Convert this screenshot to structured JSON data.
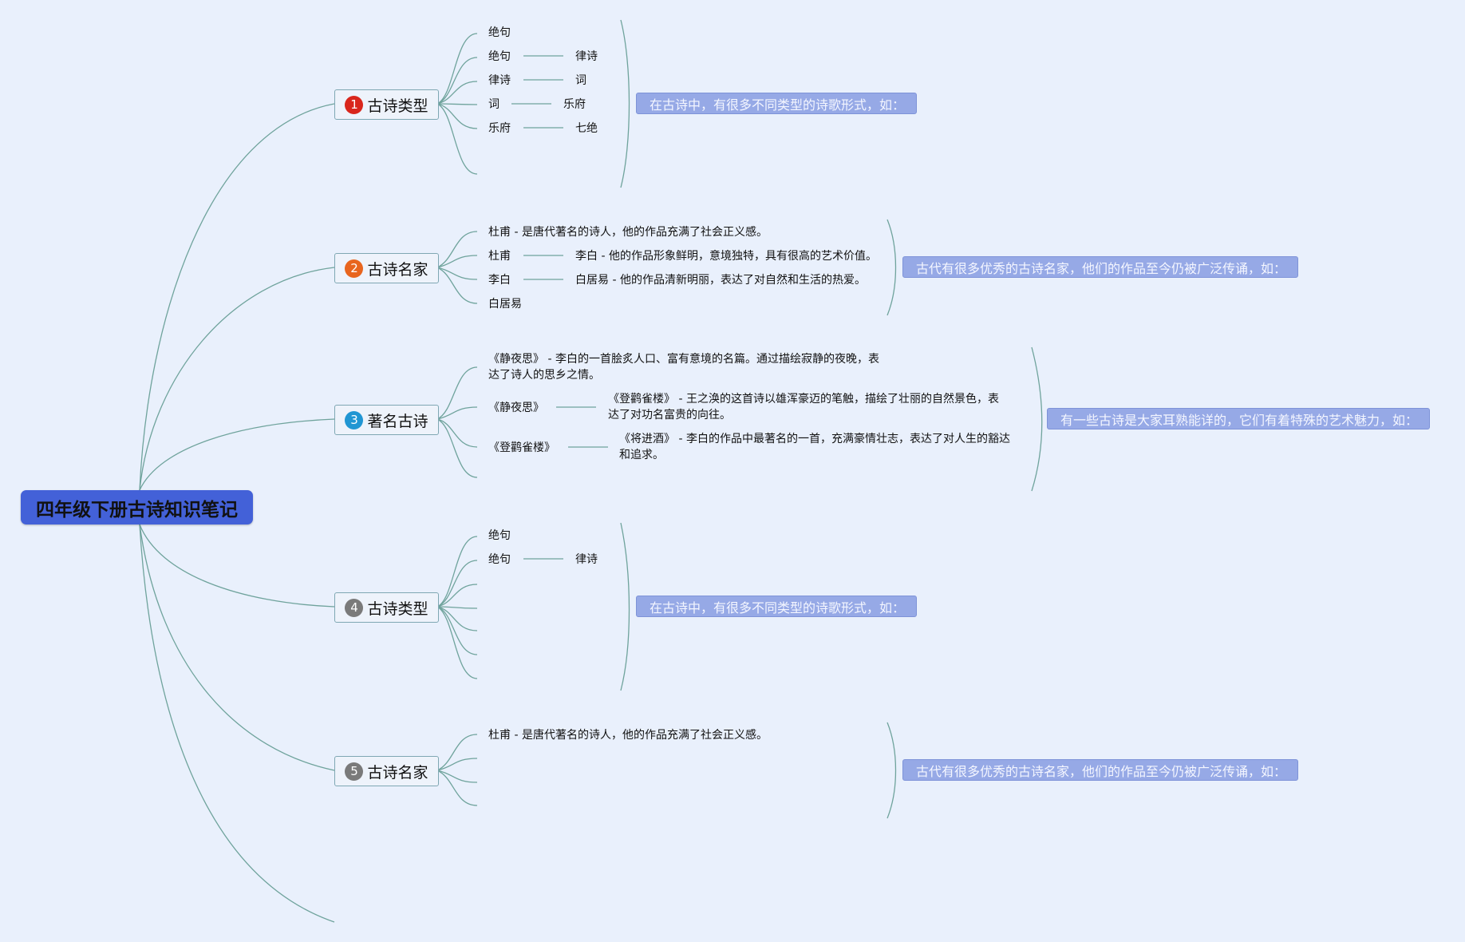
{
  "root": {
    "title": "四年级下册古诗知识笔记"
  },
  "colors": {
    "background": "#e9f0fc",
    "root_fill": "#4361d8",
    "line": "#6fa39c",
    "summary_fill": "#96a9e6",
    "badge_1": "#d9261c",
    "badge_2": "#e8651e",
    "badge_3": "#2196d3",
    "badge_4": "#7a7a7a",
    "badge_5": "#7a7a7a"
  },
  "branches": [
    {
      "number": "1",
      "label": "古诗类型",
      "summary": "在古诗中，有很多不同类型的诗歌形式，如：",
      "children": [
        "绝句",
        "绝句",
        "律诗",
        "词",
        "乐府",
        ""
      ],
      "subs": [
        "律诗",
        "词",
        "乐府",
        "七绝"
      ]
    },
    {
      "number": "2",
      "label": "古诗名家",
      "summary": "古代有很多优秀的古诗名家，他们的作品至今仍被广泛传诵，如：",
      "children": [
        "杜甫 - 是唐代著名的诗人，他的作品充满了社会正义感。",
        "杜甫",
        "李白",
        "白居易"
      ],
      "subs": [
        "李白 - 他的作品形象鲜明，意境独特，具有很高的艺术价值。",
        "白居易 - 他的作品清新明丽，表达了对自然和生活的热爱。"
      ]
    },
    {
      "number": "3",
      "label": "著名古诗",
      "summary": "有一些古诗是大家耳熟能详的，它们有着特殊的艺术魅力，如：",
      "children": [
        "《静夜思》 - 李白的一首脍炙人口、富有意境的名篇。通过描绘寂静的夜晚，表达了诗人的思乡之情。",
        "《静夜思》",
        "《登鹳雀楼》",
        ""
      ],
      "subs": [
        "《登鹳雀楼》 - 王之涣的这首诗以雄浑豪迈的笔触，描绘了壮丽的自然景色，表达了对功名富贵的向往。",
        "《将进酒》 - 李白的作品中最著名的一首，充满豪情壮志，表达了对人生的豁达和追求。"
      ]
    },
    {
      "number": "4",
      "label": "古诗类型",
      "summary": "在古诗中，有很多不同类型的诗歌形式，如：",
      "children": [
        "绝句",
        "绝句",
        "",
        "",
        "",
        "",
        ""
      ],
      "subs": [
        "律诗"
      ]
    },
    {
      "number": "5",
      "label": "古诗名家",
      "summary": "古代有很多优秀的古诗名家，他们的作品至今仍被广泛传诵，如：",
      "children": [
        "杜甫 - 是唐代著名的诗人，他的作品充满了社会正义感。",
        "",
        "",
        ""
      ],
      "subs": []
    }
  ]
}
